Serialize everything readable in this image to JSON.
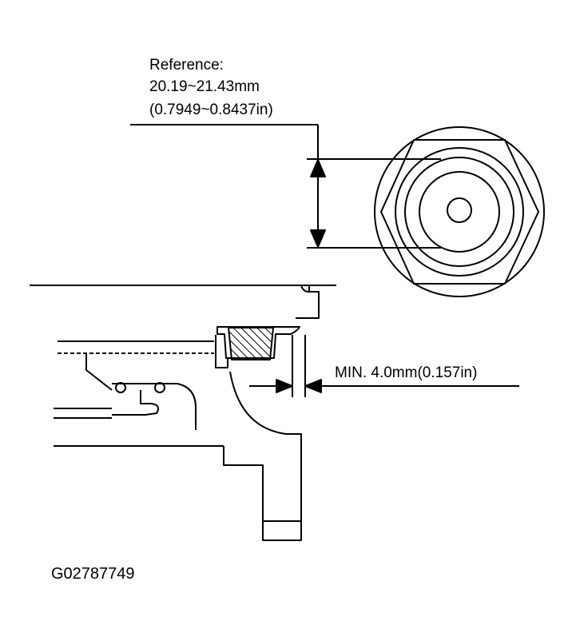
{
  "reference": {
    "title": "Reference:",
    "range_mm": "20.19~21.43mm",
    "range_in": "(0.7949~0.8437in)"
  },
  "minimum": {
    "label": "MIN. 4.0mm(0.157in)"
  },
  "figure": {
    "id": "G02787749"
  },
  "colors": {
    "ink": "#000000",
    "paper": "#ffffff"
  }
}
